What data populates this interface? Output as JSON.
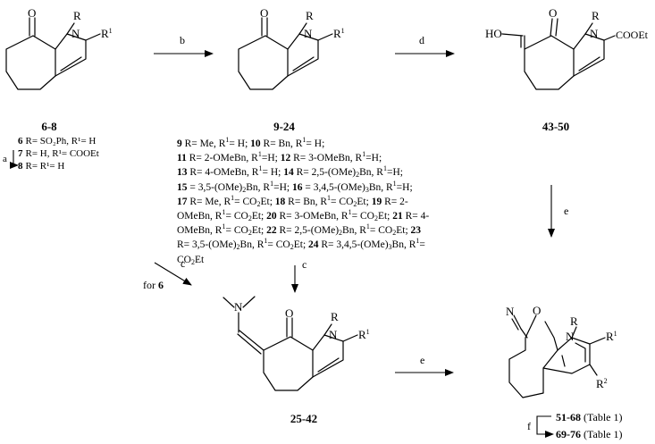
{
  "compounds": {
    "c1": {
      "label": "6-8"
    },
    "c2": {
      "label": "9-24"
    },
    "c3": {
      "label": "43-50"
    },
    "c4": {
      "label": "25-42"
    },
    "c5": {
      "label": "51-68",
      "suffix": "(Table 1)"
    },
    "c6": {
      "label": "69-76",
      "suffix": "(Table 1)"
    }
  },
  "atoms": {
    "O": "O",
    "N": "N",
    "R": "R",
    "R1": "R",
    "sup1": "1",
    "R2": "R",
    "sup2": "2",
    "HO": "HO",
    "COOEt": "COOEt"
  },
  "steps": {
    "a": "a",
    "b": "b",
    "c": "c",
    "d": "d",
    "e": "e",
    "f": "f",
    "for6": "for"
  },
  "defs678": [
    {
      "num": "6",
      "text": "R= SO₂Ph, R¹= H"
    },
    {
      "num": "7",
      "text": "R= H, R¹= COOEt"
    },
    {
      "num": "8",
      "text": "R= R¹= H"
    }
  ],
  "legend_lines": [
    "9 R= Me, R1= H; 10 R= Bn, R1= H;",
    "11 R= 2-OMeBn, R1=H; 12 R= 3-OMeBn, R1=H;",
    "13 R= 4-OMeBn, R1= H; 14 R= 2,5-(OMe)2Bn, R1=H;",
    "15 = 3,5-(OMe)2Bn, R1=H; 16 = 3,4,5-(OMe)3Bn, R1=H;",
    "17 R= Me, R1= CO2Et; 18 R= Bn, R1= CO2Et; 19 R= 2-",
    "OMeBn, R1= CO2Et; 20 R= 3-OMeBn, R1= CO2Et; 21 R= 4-",
    "OMeBn, R1= CO2Et; 22 R= 2,5-(OMe)2Bn, R1= CO2Et; 23",
    "R= 3,5-(OMe)2Bn, R1= CO2Et; 24 R= 3,4,5-(OMe)3Bn, R1=",
    "CO2Et"
  ]
}
